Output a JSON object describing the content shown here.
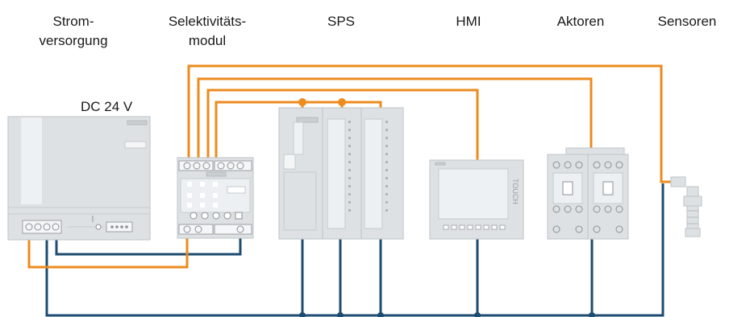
{
  "columns": {
    "stromversorgung": {
      "line1": "Strom-",
      "line2": "versorgung"
    },
    "selektivitaetsmodul": {
      "line1": "Selektivitäts-",
      "line2": "modul"
    },
    "sps": {
      "line1": "SPS"
    },
    "hmi": {
      "line1": "HMI"
    },
    "aktoren": {
      "line1": "Aktoren"
    },
    "sensoren": {
      "line1": "Sensoren"
    }
  },
  "voltage_label": "DC 24 V",
  "hmi_screen_text": "TOUCH",
  "colors": {
    "supply_wire": "#ec8b1e",
    "ground_wire": "#1d4c70",
    "device_body": "#dde1e4"
  }
}
